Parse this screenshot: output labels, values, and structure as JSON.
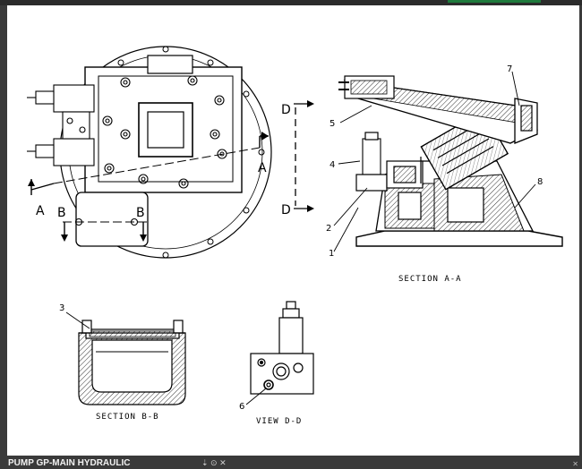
{
  "caption": "PUMP GP-MAIN HYDRAULIC",
  "footmark": "⇣ ⊙ ✕",
  "corner_icon": "✕",
  "callouts": {
    "c1": "1",
    "c2": "2",
    "c3": "3",
    "c4": "4",
    "c5": "5",
    "c6": "6",
    "c7": "7",
    "c8": "8"
  },
  "section_marks": {
    "a_right": "A",
    "a_left": "A",
    "b_left": "B",
    "b_right": "B",
    "d_top": "D",
    "d_bottom": "D"
  },
  "titles": {
    "section_aa": "SECTION A-A",
    "section_bb": "SECTION B-B",
    "view_dd": "VIEW D-D"
  },
  "colors": {
    "background": "#ffffff",
    "line": "#000000",
    "frame": "#3a3a3a"
  }
}
